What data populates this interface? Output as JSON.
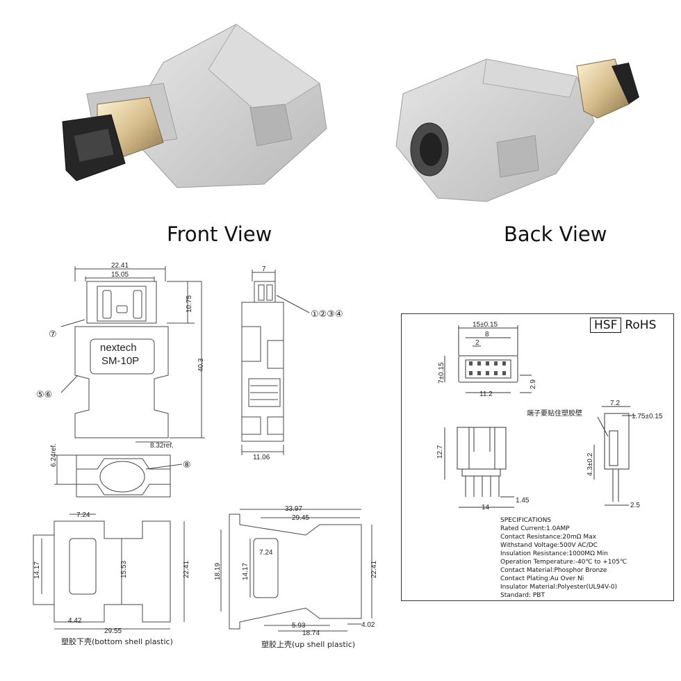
{
  "titles": {
    "front": "Front View",
    "back": "Back View"
  },
  "brand": {
    "line1": "nextech",
    "line2": "SM-10P"
  },
  "callouts": {
    "c7": "⑦",
    "c56": "⑤⑥",
    "c1234": "①②③④",
    "c8": "⑧"
  },
  "dims_top_left": {
    "w1": "22.41",
    "w2": "15.05",
    "h1": "10.75",
    "h2": "40.3",
    "ref1": "8.32ref.",
    "ref2": "6.24ref."
  },
  "dims_side": {
    "w": "7",
    "b": "11.06"
  },
  "dims_bottom_left": {
    "a": "7.24",
    "b": "14.17",
    "c": "15.53",
    "d": "22.41",
    "e": "4.42",
    "f": "29.55"
  },
  "dims_bottom_mid": {
    "a": "33.97",
    "b": "29.45",
    "c": "7.24",
    "d": "14.17",
    "e": "18.19",
    "f": "22.41",
    "g": "5.93",
    "h": "18.74",
    "i": "4.02"
  },
  "captions": {
    "bottom": "塑胶下壳(bottom shell plastic)",
    "top": "塑胶上壳(up shell plastic)"
  },
  "spec_drawing": {
    "hsf": "HSF",
    "rohs": "RoHS",
    "d1": "15±0.15",
    "d2": "8",
    "d3": "2",
    "d4": "7±0.15",
    "d5": "2.9",
    "d6": "11.2",
    "d7": "7.2",
    "d8": "1.75±0.15",
    "note": "端子要贴住塑胶壁",
    "d9": "12.7",
    "d10": "4.3±0.2",
    "d11": "1.45",
    "d12": "14",
    "d13": "2.5"
  },
  "specifications": {
    "heading": "SPECIFICATIONS",
    "rows": [
      "Rated  Current:1.0AMP",
      "Contact  Resistance:20mΩ  Max",
      "Withstand  Voltage:500V  AC/DC",
      "Insulation  Resistance:1000MΩ  Min",
      "Operation  Temperature:-40℃  to  +105℃",
      "Contact  Material:Phosphor  Bronze",
      "Contact  Plating:Au  Over  Ni",
      "Insulator  Material:Polyester(UL94V-0)",
      "Standard:             PBT"
    ]
  }
}
